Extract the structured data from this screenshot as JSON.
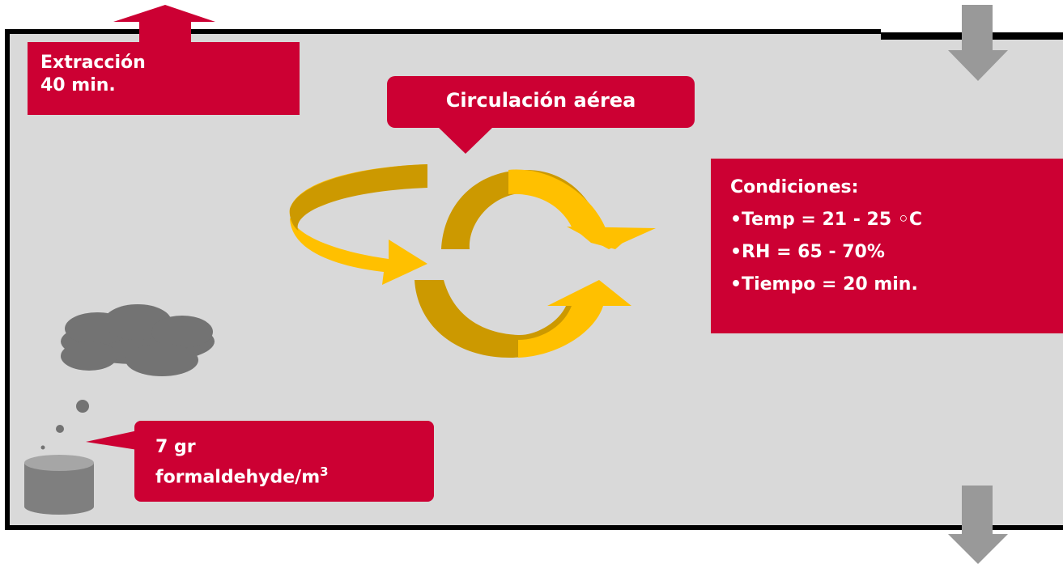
{
  "extraction": {
    "line1": "Extracción",
    "line2": "40 min."
  },
  "circulation": {
    "label": "Circulación aérea"
  },
  "conditions": {
    "title": "Condiciones:",
    "items": [
      "•Temp = 21 - 25  ◦C",
      "•RH = 65 - 70%",
      "•Tiempo = 20 min."
    ]
  },
  "source": {
    "line1": "7 gr",
    "line2_text": "formaldehyde/m",
    "superscript": "3"
  },
  "colors": {
    "callout": "#cc0033",
    "room": "#d9d9d9",
    "arrow_gold": "#ffc000",
    "arrow_dark_gold": "#cc9900",
    "gray_arrow": "#999999",
    "cloud": "#737373",
    "container": "#7f7f7f"
  },
  "icons": [
    "up-arrow-icon",
    "down-arrow-icon",
    "circulation-arrows-icon",
    "cloud-icon",
    "container-icon"
  ]
}
